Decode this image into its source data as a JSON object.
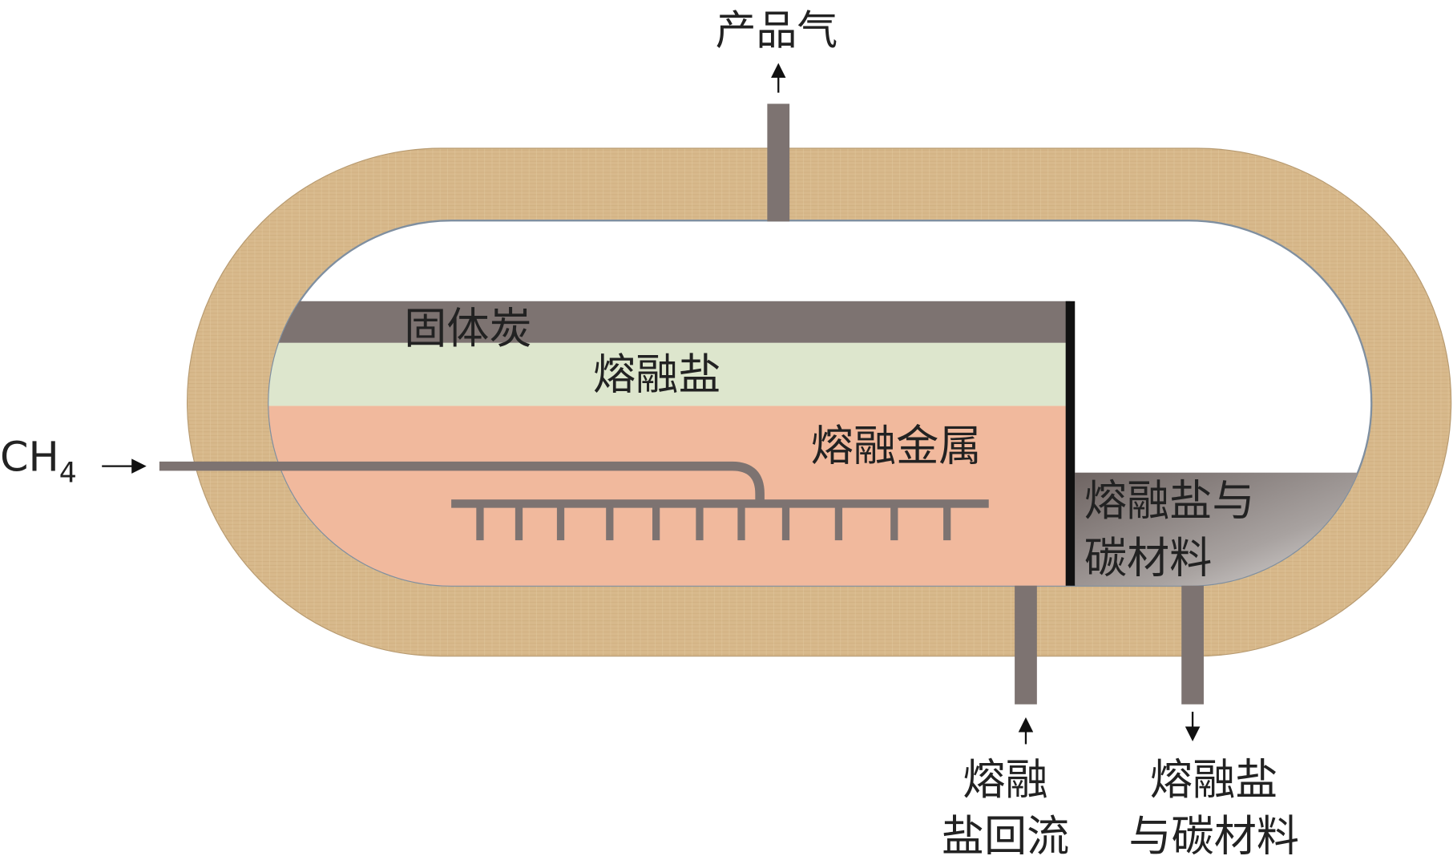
{
  "labels": {
    "product_gas": "产品气",
    "solid_carbon": "固体炭",
    "molten_salt": "熔融盐",
    "molten_metal": "熔融金属",
    "ch4": "CH",
    "ch4_sub": "4",
    "salt_carbon_chamber_line1": "熔融盐与",
    "salt_carbon_chamber_line2": "碳材料",
    "salt_reflux_line1": "熔融",
    "salt_reflux_line2": "盐回流",
    "salt_carbon_out_line1": "熔融盐",
    "salt_carbon_out_line2": "与碳材料"
  },
  "colors": {
    "shell": "#d8b98c",
    "pipe": "#7d7371",
    "carbon": "#7d7371",
    "salt": "#dde6cd",
    "metal": "#f1b99d",
    "wall": "#111111"
  }
}
